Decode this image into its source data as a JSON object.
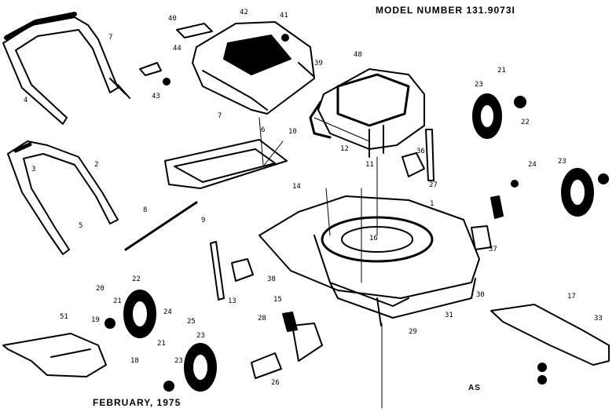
{
  "header": {
    "model_number": "MODEL NUMBER 131.9073I"
  },
  "footer": {
    "date": "FEBRUARY, 1975",
    "code": "AS"
  },
  "parts": [
    {
      "num": "1"
    },
    {
      "num": "2"
    },
    {
      "num": "3"
    },
    {
      "num": "4"
    },
    {
      "num": "5"
    },
    {
      "num": "6"
    },
    {
      "num": "7"
    },
    {
      "num": "7"
    },
    {
      "num": "8"
    },
    {
      "num": "9"
    },
    {
      "num": "10"
    },
    {
      "num": "11"
    },
    {
      "num": "12"
    },
    {
      "num": "13"
    },
    {
      "num": "14"
    },
    {
      "num": "15"
    },
    {
      "num": "16"
    },
    {
      "num": "17"
    },
    {
      "num": "18"
    },
    {
      "num": "19"
    },
    {
      "num": "20"
    },
    {
      "num": "21"
    },
    {
      "num": "21"
    },
    {
      "num": "21"
    },
    {
      "num": "22"
    },
    {
      "num": "22"
    },
    {
      "num": "23"
    },
    {
      "num": "23"
    },
    {
      "num": "23"
    },
    {
      "num": "23"
    },
    {
      "num": "24"
    },
    {
      "num": "24"
    },
    {
      "num": "25"
    },
    {
      "num": "26"
    },
    {
      "num": "27"
    },
    {
      "num": "28"
    },
    {
      "num": "29"
    },
    {
      "num": "30"
    },
    {
      "num": "31"
    },
    {
      "num": "33"
    },
    {
      "num": "36"
    },
    {
      "num": "37"
    },
    {
      "num": "38"
    },
    {
      "num": "39"
    },
    {
      "num": "40"
    },
    {
      "num": "41"
    },
    {
      "num": "42"
    },
    {
      "num": "43"
    },
    {
      "num": "44"
    },
    {
      "num": "48"
    },
    {
      "num": "51"
    }
  ]
}
